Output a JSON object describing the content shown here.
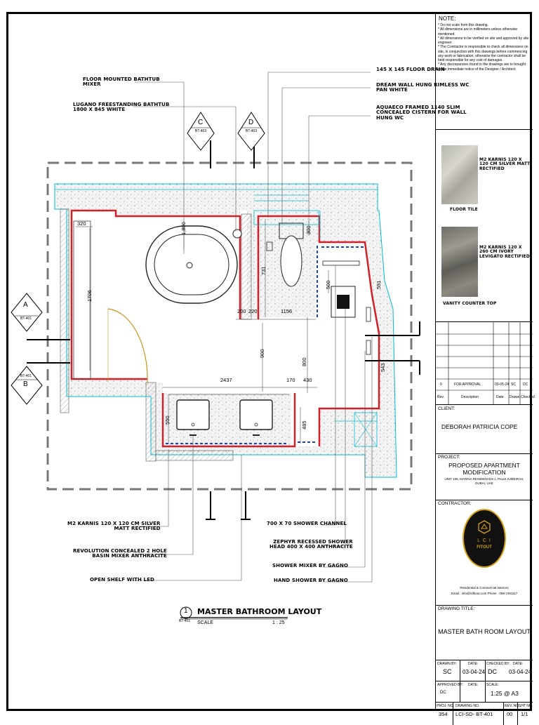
{
  "notes": {
    "heading": "NOTE:",
    "items": [
      "*  Do not scale from this drawing.",
      "*  All dimensions are in millimeters unless otherwise mentioned.",
      "*  All dimensions to be verified on site and approved by site engineer.",
      "*  The Contractor is responsible to check all dimensions on site, in conjunction with this drawings before commencing any work or fabrication, otherwise the contractor shall be held responsible for any cost of damages.",
      "*  Any discrepancies found in the drawings are to brought to the immediate notice of the Designer / Architect."
    ]
  },
  "materials": [
    {
      "name": "FLOOR TILE",
      "desc": "M2 KARNIS 120 X 120 CM SILVER MATT RECTIFIED"
    },
    {
      "name": "VANITY COUNTER TOP",
      "desc": "M2 KARNIS 120 X 260 CM IVORY LEVIGATO RECTIFIED"
    }
  ],
  "revision": {
    "row": {
      "rev": "0",
      "description": "FOR APPROVAL",
      "date": "03-05-24",
      "drawn": "SC",
      "checked": "DC"
    },
    "headers": {
      "rev": "Rev.",
      "description": "Description",
      "date": "Date",
      "drawn": "Drawn",
      "checked": "Checked"
    }
  },
  "client": {
    "label": "CLIENT:",
    "name": "DEBORAH PATRICIA COPE"
  },
  "project": {
    "label": "PROJECT:",
    "title_line1": "PROPOSED APARTMENT",
    "title_line2": "MODIFICATION",
    "address_line1": "UNIT 106, MARINA RESIDENCES 1, PALM JUMEIRAH,",
    "address_line2": "DUBAI, UAE"
  },
  "contractor": {
    "label": "CONTRACTOR:",
    "logo_line1": "L C I",
    "logo_line2": "FITOUT",
    "tagline": "Residential & Commercial Interiors",
    "contact": "Email : info@lcifitout.com  Phone : 058-7481117"
  },
  "drawing_title": {
    "label": "DRAWING TITLE:",
    "value": "MASTER BATH ROOM LAYOUT"
  },
  "sign": {
    "drawn_by_label": "DRAWN BY:",
    "drawn_by": "SC",
    "date_label": "DATE:",
    "drawn_date": "03-04-24",
    "checked_by_label": "CHECKED BY:",
    "checked_by": "DC",
    "checked_date": "03-04-24",
    "approved_by_label": "APPROVED BY:",
    "approved_by": "DC",
    "approved_date_label": "DATE:",
    "scale_label": "SCALE:",
    "scale": "1:25 @ A3"
  },
  "ids": {
    "proj_no_label": "PROJ. NO.",
    "proj_no": "354",
    "drawing_no_label": "DRAWING NO.",
    "drawing_no": "LCI-SD- BT-401",
    "rev_no_label": "REV. NO.",
    "rev_no": "00",
    "sht_no_label": "SHT NO.",
    "sht_no": "1/1"
  },
  "plan": {
    "title": "MASTER BATHROOM LAYOUT",
    "title_number": "1",
    "title_ref": "BT-401",
    "scale_label": "SCALE",
    "scale_value": "1 : 25",
    "section_markers": [
      {
        "letter": "A",
        "ref": "BT-401"
      },
      {
        "letter": "B",
        "ref": "BT-401"
      },
      {
        "letter": "C",
        "ref": "BT-403"
      },
      {
        "letter": "D",
        "ref": "BT-403"
      }
    ],
    "callouts": {
      "bath_mixer": "FLOOR MOUNTED BATHTUB\nMIXER",
      "bathtub": "LUGANO FREESTANDING BATHTUB\n1800 X 845 WHITE",
      "floor_drain": "145 X 145 FLOOR DRAIN",
      "wc": "DREAM WALL HUNG RIMLESS WC\nPAN WHITE",
      "cistern": "AQUAECO FRAMED 1140 SLIM\nCONCEALED CISTERN FOR WALL\nHUNG WC",
      "tile": "M2 KARNIS 120 X 120 CM SILVER\nMATT RECTIFIED",
      "basin_mixer": "REVOLUTION CONCEALED 2 HOLE\nBASIN MIXER ANTHRACITE",
      "shelf": "OPEN SHELF WITH LED",
      "shower_channel": "700 X 70 SHOWER CHANNEL",
      "shower_head": "ZEPHYR RECESSED SHOWER\nHEAD 400 X 400 ANTHRACITE",
      "shower_mixer": "SHOWER MIXER BY GAGNO",
      "hand_shower": "HAND SHOWER BY GAGNO"
    },
    "dimensions": {
      "d320": "320",
      "d1706": "1706",
      "d1800": "1,800",
      "d731": "731",
      "d200": "200",
      "d220": "220",
      "d1156": "1156",
      "d300": "300",
      "d500": "500",
      "d900": "900",
      "d800": "800",
      "d2437": "2437",
      "d170": "170",
      "d430": "430",
      "d550": "550",
      "d485": "485",
      "d591": "591",
      "d543": "543"
    }
  },
  "colors": {
    "wall_red": "#d0202a",
    "cyan": "#00bcd4",
    "blue_dash": "#1a3fcf",
    "door": "#c8961e",
    "granite_fill": "#e8e8e8"
  }
}
